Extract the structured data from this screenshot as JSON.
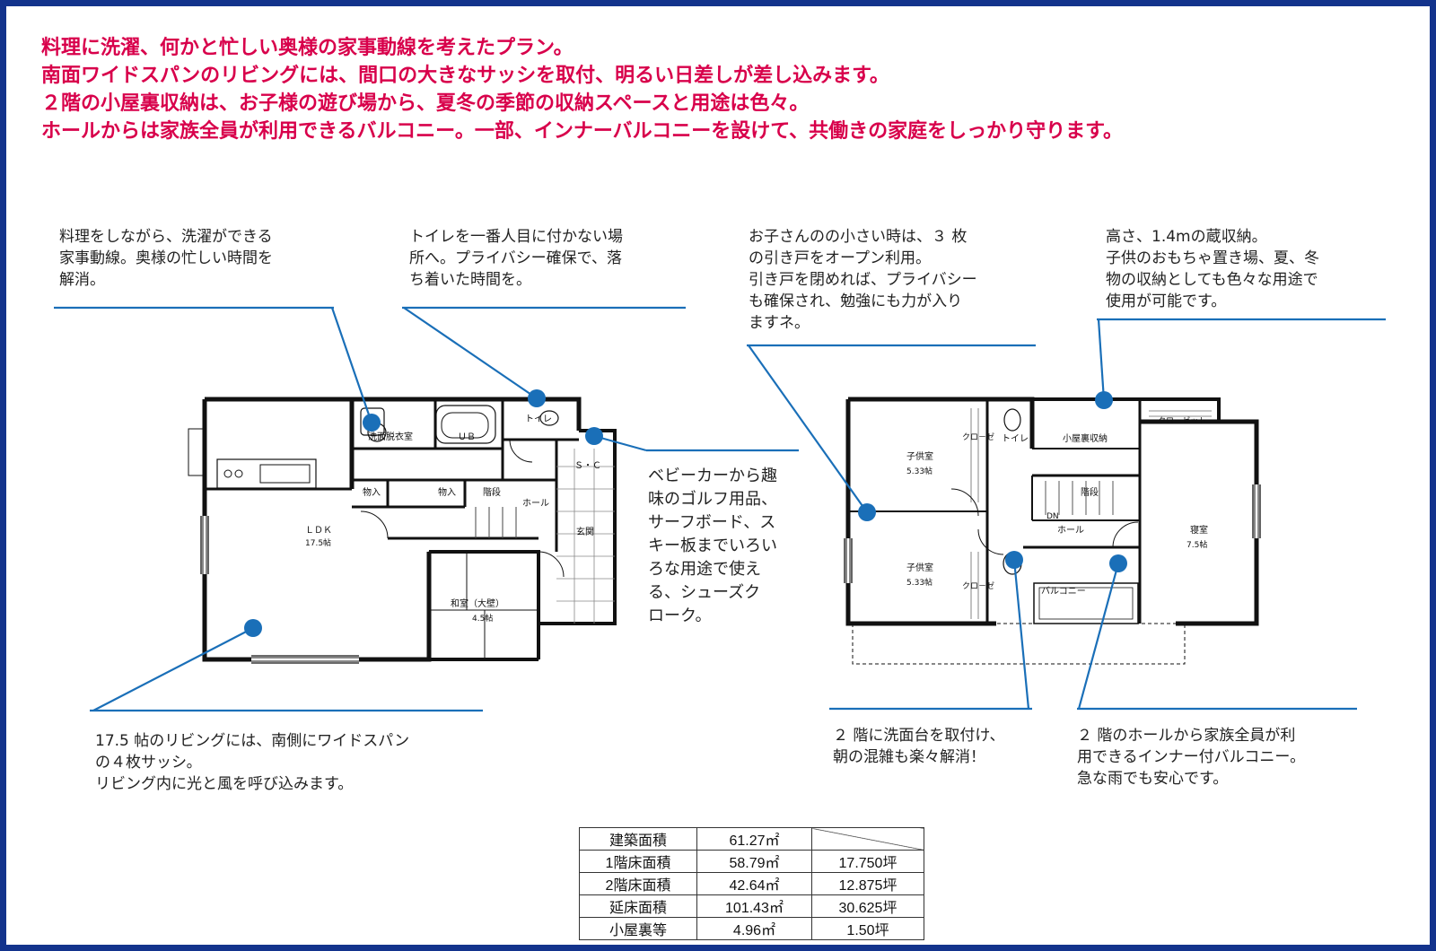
{
  "headline": [
    "料理に洗濯、何かと忙しい奥様の家事動線を考えたプラン。",
    "南面ワイドスパンのリビングには、間口の大きなサッシを取付、明るい日差しが差し込みます。",
    "２階の小屋裏収納は、お子様の遊び場から、夏冬の季節の収納スペースと用途は色々。",
    "ホールからは家族全員が利用できるバルコニー。一部、インナーバルコニーを設けて、共働きの家庭をしっかり守ります。"
  ],
  "notes": {
    "laundry": [
      "料理をしながら、洗濯ができる",
      "家事動線。奥様の忙しい時間を",
      "解消。"
    ],
    "toilet": [
      "トイレを一番人目に付かない場",
      "所へ。プライバシー確保で、落",
      "ち着いた時間を。"
    ],
    "kids": [
      "お子さんのの小さい時は、３ 枚",
      "の引き戸をオープン利用。",
      "引き戸を閉めれば、プライバシー",
      "も確保され、勉強にも力が入り",
      "ますネ。"
    ],
    "attic": [
      "高さ、1.4mの蔵収納。",
      "子供のおもちゃ置き場、夏、冬",
      "物の収納としても色々な用途で",
      "使用が可能です。"
    ],
    "shoes": [
      "ベビーカーから趣",
      "味のゴルフ用品、",
      "サーフボード、ス",
      "キー板までいろい",
      "ろな用途で使え",
      "る、シューズク",
      "ローク。"
    ],
    "living": [
      "17.5 帖のリビングには、南側にワイドスパン",
      "の４枚サッシ。",
      "リビング内に光と風を呼び込みます。"
    ],
    "washstand": [
      "２ 階に洗面台を取付け、",
      "朝の混雑も楽々解消！"
    ],
    "balcony": [
      "２ 階のホールから家族全員が利",
      "用できるインナー付バルコニー。",
      "急な雨でも安心です。"
    ]
  },
  "plan1": {
    "senmen": "洗面脱衣室",
    "ub": "ＵＢ",
    "toilet": "トイレ",
    "monoire1": "物入",
    "monoire2": "物入",
    "kaidan": "階段",
    "hall": "ホール",
    "sc": "Ｓ・Ｃ",
    "genkan": "玄関",
    "ldk": "ＬＤＫ",
    "ldk_size": "17.5帖",
    "washitsu": "和室（大壁）",
    "washitsu_size": "4.5帖"
  },
  "plan2": {
    "kids1": "子供室",
    "kids1_size": "5.33帖",
    "kids2": "子供室",
    "kids2_size": "5.33帖",
    "closet1": "クロ－ゼ",
    "closet2": "クロ－ゼ",
    "toilet": "トイレ",
    "koyaura": "小屋裏収納",
    "closet_top": "クロ－ゼット",
    "kaidan": "階段",
    "dn": "DN",
    "hall": "ホール",
    "shinshitsu": "寝室",
    "shinshitsu_size": "7.5帖",
    "balcony": "バルコニー"
  },
  "colors": {
    "frame": "#13338c",
    "headline": "#d8004b",
    "callout": "#1a6fb8"
  },
  "area_table": {
    "rows": [
      [
        "建築面積",
        "61.27㎡",
        ""
      ],
      [
        "1階床面積",
        "58.79㎡",
        "17.750坪"
      ],
      [
        "2階床面積",
        "42.64㎡",
        "12.875坪"
      ],
      [
        "延床面積",
        "101.43㎡",
        "30.625坪"
      ],
      [
        "小屋裏等",
        "4.96㎡",
        "1.50坪"
      ]
    ]
  }
}
